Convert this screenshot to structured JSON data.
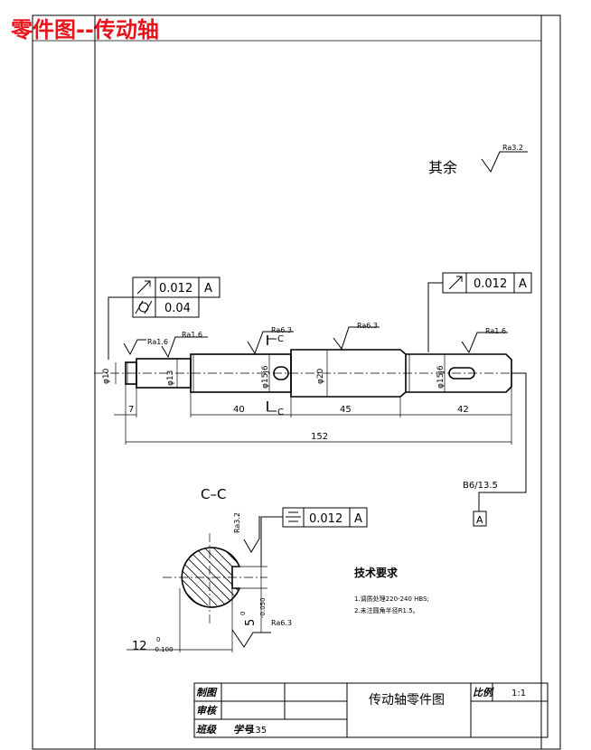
{
  "page_title": "零件图--传动轴",
  "surface_other": {
    "label": "其余",
    "value": "Ra3.2"
  },
  "tolerance_frames": {
    "left_runout": {
      "value": "0.012",
      "datum": "A"
    },
    "left_cylindricity": {
      "value": "0.04"
    },
    "right_runout": {
      "value": "0.012",
      "datum": "A"
    },
    "section_symmetry": {
      "value": "0.012",
      "datum": "A"
    }
  },
  "surface_roughness": {
    "r1": "Ra1.6",
    "r2": "Ra1.6",
    "r3": "Ra6.3",
    "r4": "Ra6.3",
    "r5": "Ra1.6",
    "r6": "Ra3.2",
    "r7": "Ra6.3"
  },
  "diameters": {
    "d10": "φ10",
    "d13": "φ13",
    "d15a": "φ15j6",
    "d20": "φ20",
    "d15b": "φ15j6"
  },
  "lengths": {
    "l7": "7",
    "l40": "40",
    "l45": "45",
    "l42": "42",
    "l152": "152"
  },
  "section_marks": {
    "top": "C",
    "bottom": "C"
  },
  "datum": {
    "label": "B6/13.5",
    "letter": "A"
  },
  "section_view": {
    "title": "C–C",
    "width_nominal": "12",
    "width_upper": "0",
    "width_lower": "-0.100",
    "depth_nominal": "5",
    "depth_upper": "0",
    "depth_lower": "-0.050"
  },
  "tech_requirements": {
    "title": "技术要求",
    "items": [
      "1.调质处理220-240 HBS;",
      "2.未注圆角半径R1.5。"
    ]
  },
  "title_block": {
    "drawn": "制图",
    "checked": "审核",
    "part_name": "传动轴零件图",
    "scale_label": "比例",
    "scale_value": "1:1",
    "class_label": "班级",
    "id_label": "学号",
    "id_value": "135"
  }
}
